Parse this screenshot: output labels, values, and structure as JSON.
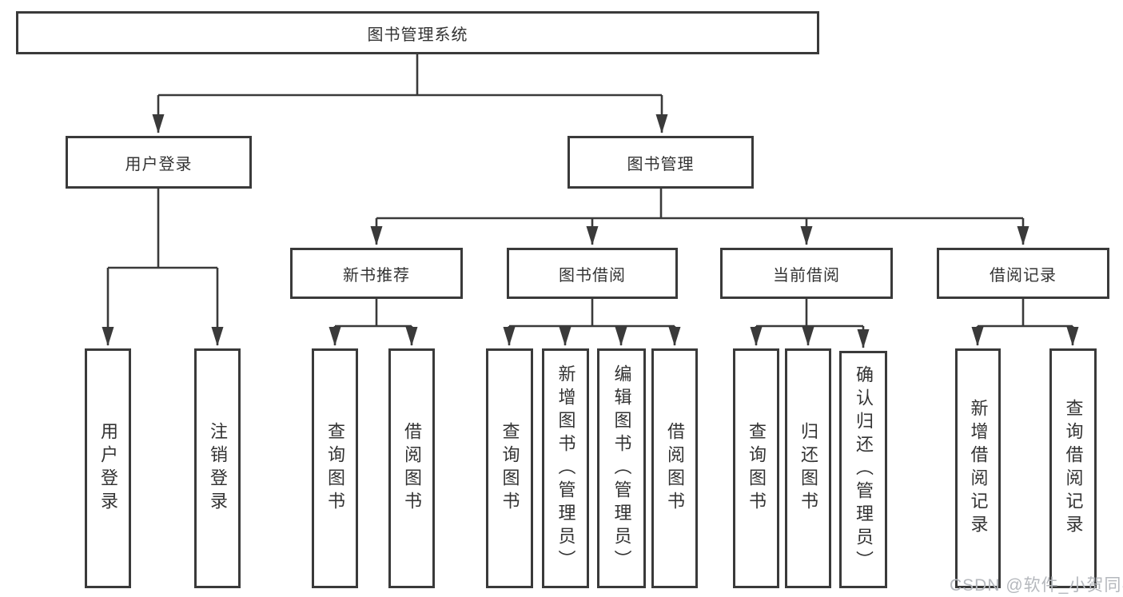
{
  "diagram": {
    "root": {
      "label": "图书管理系统"
    },
    "level2": {
      "user_login": {
        "label": "用户登录"
      },
      "book_mgmt": {
        "label": "图书管理"
      }
    },
    "level3": {
      "new_book_rec": {
        "label": "新书推荐"
      },
      "book_borrow": {
        "label": "图书借阅"
      },
      "current_borrow": {
        "label": "当前借阅"
      },
      "borrow_record": {
        "label": "借阅记录"
      }
    },
    "leaves": {
      "user_login_login": {
        "label": "用户登录"
      },
      "user_login_logout": {
        "label": "注销登录"
      },
      "rec_query_book": {
        "label": "查询图书"
      },
      "rec_borrow_book": {
        "label": "借阅图书"
      },
      "borrow_query_book": {
        "label": "查询图书"
      },
      "borrow_add_book": {
        "label": "新增图书（管理员）"
      },
      "borrow_edit_book": {
        "label": "编辑图书（管理员）"
      },
      "borrow_borrow_book": {
        "label": "借阅图书"
      },
      "current_query_book": {
        "label": "查询图书"
      },
      "current_return_book": {
        "label": "归还图书"
      },
      "current_confirm_return": {
        "label": "确认归还（管理员）"
      },
      "record_add_record": {
        "label": "新增借阅记录"
      },
      "record_query_record": {
        "label": "查询借阅记录"
      }
    },
    "edges": [
      {
        "from": "图书管理系统",
        "to": "用户登录"
      },
      {
        "from": "图书管理系统",
        "to": "图书管理"
      },
      {
        "from": "用户登录",
        "to": "用户登录"
      },
      {
        "from": "用户登录",
        "to": "注销登录"
      },
      {
        "from": "图书管理",
        "to": "新书推荐"
      },
      {
        "from": "图书管理",
        "to": "图书借阅"
      },
      {
        "from": "图书管理",
        "to": "当前借阅"
      },
      {
        "from": "图书管理",
        "to": "借阅记录"
      },
      {
        "from": "新书推荐",
        "to": "查询图书"
      },
      {
        "from": "新书推荐",
        "to": "借阅图书"
      },
      {
        "from": "图书借阅",
        "to": "查询图书"
      },
      {
        "from": "图书借阅",
        "to": "新增图书（管理员）"
      },
      {
        "from": "图书借阅",
        "to": "编辑图书（管理员）"
      },
      {
        "from": "图书借阅",
        "to": "借阅图书"
      },
      {
        "from": "当前借阅",
        "to": "查询图书"
      },
      {
        "from": "当前借阅",
        "to": "归还图书"
      },
      {
        "from": "当前借阅",
        "to": "确认归还（管理员）"
      },
      {
        "from": "借阅记录",
        "to": "新增借阅记录"
      },
      {
        "from": "借阅记录",
        "to": "查询借阅记录"
      }
    ],
    "colors": {
      "line": "#3a3a3a",
      "text": "#333333",
      "background": "#ffffff",
      "watermark": "#b5b8bd"
    }
  },
  "watermark": {
    "text": "CSDN @软件_小贺同学"
  }
}
